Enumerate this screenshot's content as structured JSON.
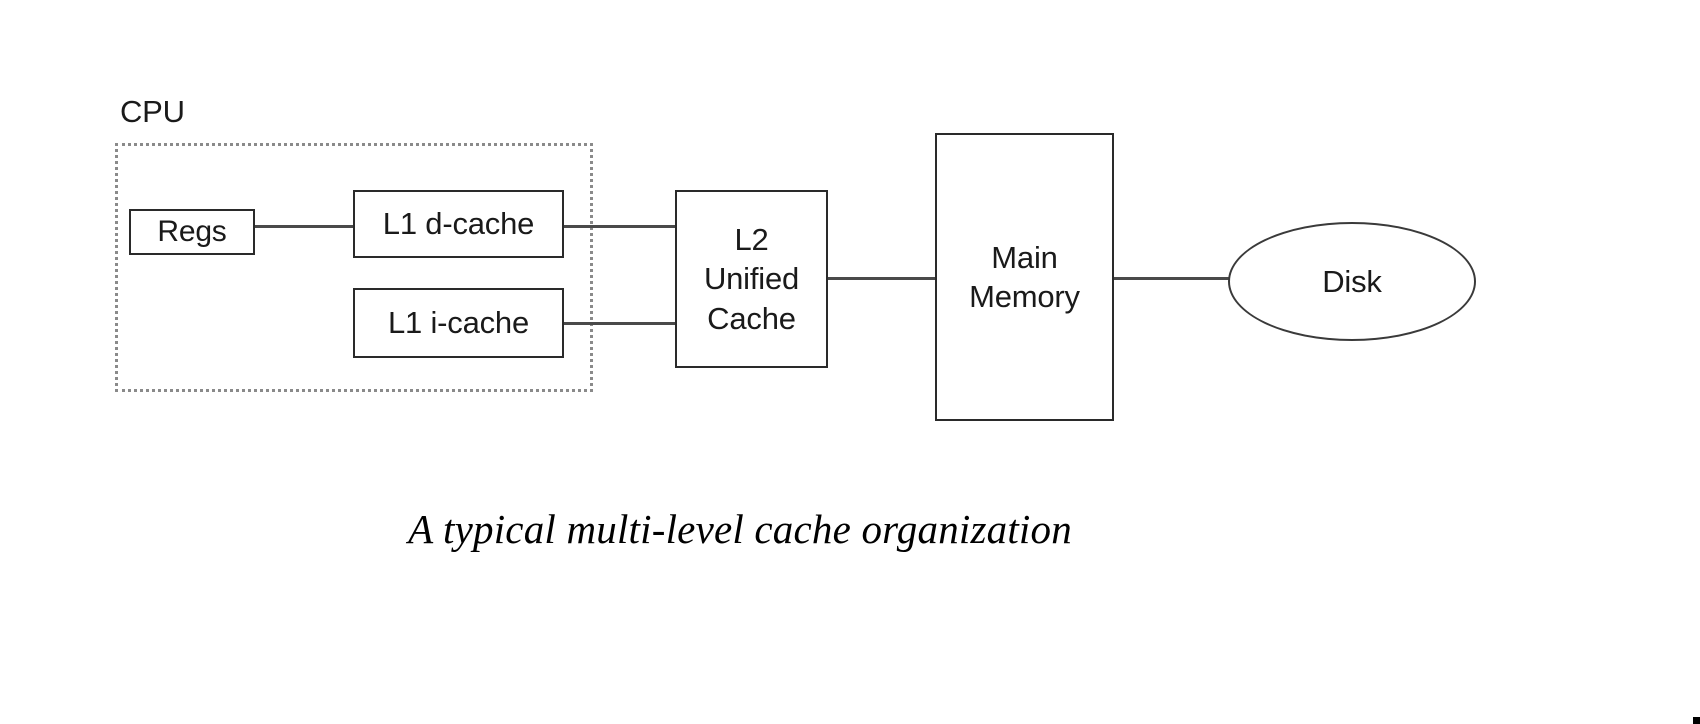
{
  "diagram": {
    "title": "A typical multi-level cache organization",
    "background_color": "#ffffff",
    "line_color": "#4a4a4a",
    "box_border_color": "#2a2a2a",
    "cpu_border_color": "#8a8a8a",
    "text_color": "#1a1a1a",
    "cpu": {
      "label": "CPU"
    },
    "nodes": [
      {
        "id": "regs",
        "label": "Regs",
        "shape": "rect"
      },
      {
        "id": "l1d",
        "label": "L1 d-cache",
        "shape": "rect"
      },
      {
        "id": "l1i",
        "label": "L1 i-cache",
        "shape": "rect"
      },
      {
        "id": "l2",
        "label": "L2\nUnified\nCache",
        "shape": "rect"
      },
      {
        "id": "mainmem",
        "label": "Main\nMemory",
        "shape": "rect"
      },
      {
        "id": "disk",
        "label": "Disk",
        "shape": "ellipse"
      }
    ],
    "edges": [
      {
        "from": "regs",
        "to": "l1d"
      },
      {
        "from": "l1d",
        "to": "l2"
      },
      {
        "from": "l1i",
        "to": "l2"
      },
      {
        "from": "l2",
        "to": "mainmem"
      },
      {
        "from": "mainmem",
        "to": "disk"
      }
    ],
    "caption": "A typical multi-level cache organization",
    "page_mark": ""
  }
}
